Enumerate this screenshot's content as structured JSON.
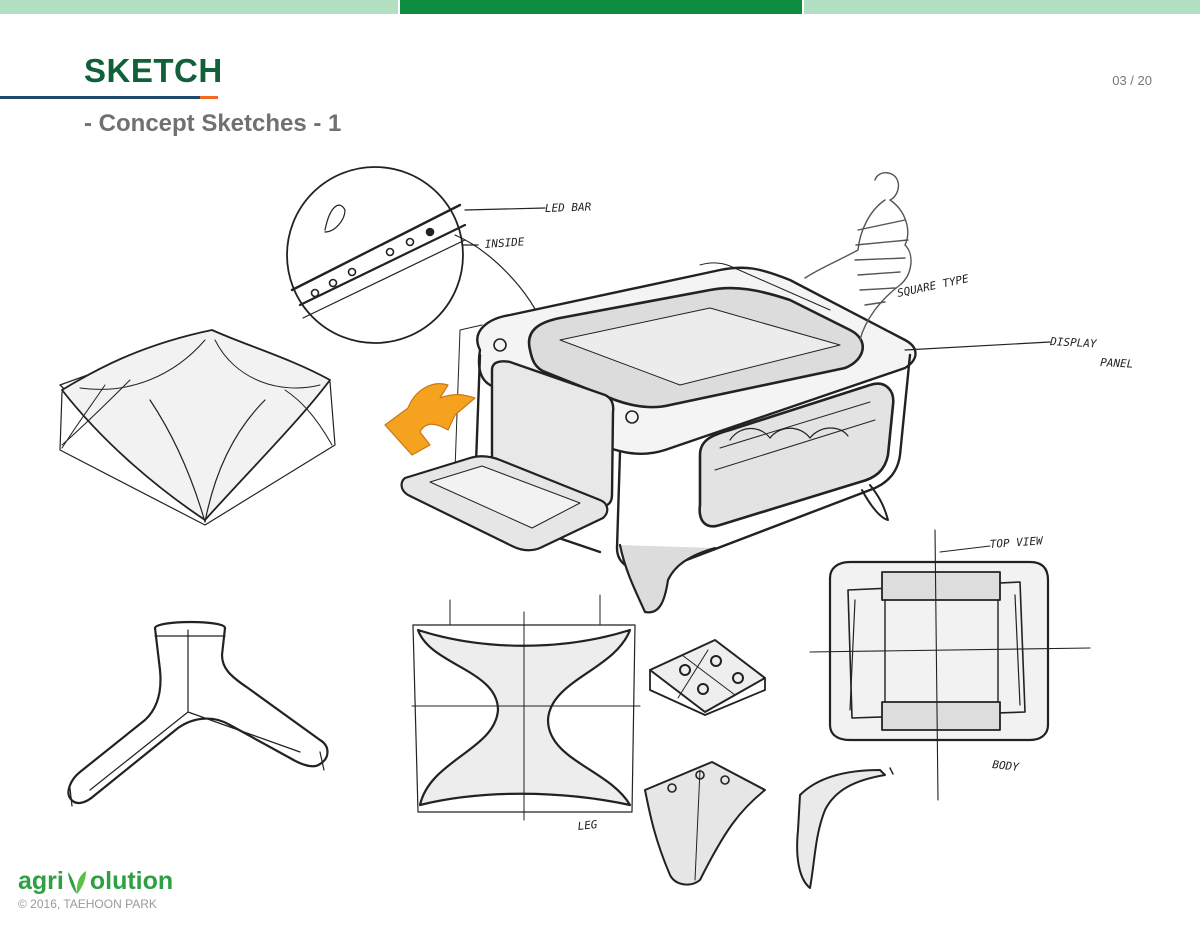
{
  "header": {
    "progress_segments": [
      {
        "name": "left",
        "color": "#b3dfc3"
      },
      {
        "name": "current",
        "color": "#0f8d3f"
      },
      {
        "name": "right",
        "color": "#b3dfc3"
      }
    ],
    "title": "SKETCH",
    "subtitle": "- Concept Sketches - 1",
    "page_number": "03 / 20",
    "title_color": "#10603a",
    "accent_color": "#f26a21"
  },
  "sketch": {
    "annotations": {
      "led_bar": "LED BAR",
      "inside": "INSIDE",
      "square_type": "SQUARE TYPE",
      "display_panel_1": "DISPLAY",
      "display_panel_2": "PANEL",
      "top_view": "TOP VIEW",
      "body": "BODY",
      "leg": "LEG"
    },
    "arrow_color": "#f5a21f"
  },
  "footer": {
    "logo_prefix": "agri",
    "logo_suffix": "olution",
    "logo_color": "#2ea043",
    "copyright": "© 2016, TAEHOON PARK"
  }
}
